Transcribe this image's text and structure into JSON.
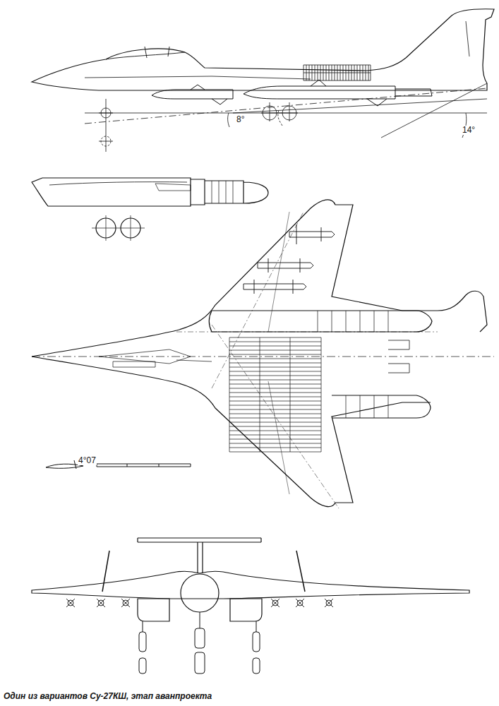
{
  "diagram": {
    "caption": "Один из вариантов Су-27КШ, этап аванпроекта",
    "labels": [
      "8°",
      "14°",
      "4°07"
    ]
  }
}
